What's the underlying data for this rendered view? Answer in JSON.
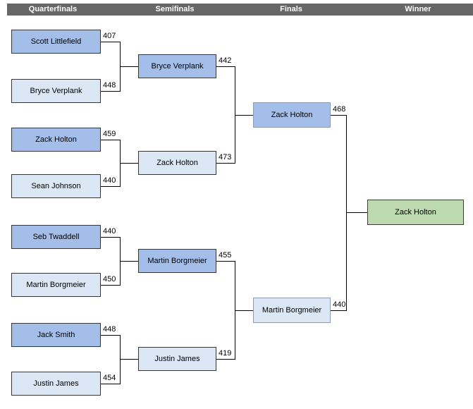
{
  "header": {
    "columns": [
      {
        "label": "Quarterfinals"
      },
      {
        "label": "Semifinals"
      },
      {
        "label": "Finals"
      },
      {
        "label": "Winner"
      }
    ]
  },
  "palette": {
    "page_bg": "#ffffff",
    "header_bg": "#666666",
    "header_text": "#ffffff",
    "dark_fill": "#a3bee9",
    "light_fill": "#dbe7f4",
    "green_fill": "#bddaaf",
    "box_border": "#363636",
    "finals_border": "#8a9ab5",
    "green_border": "#3f3f3f",
    "line_color": "#000000",
    "text_color": "#000000"
  },
  "bracket": {
    "quarterfinals": [
      {
        "name": "Scott Littlefield",
        "score": "407"
      },
      {
        "name": "Bryce Verplank",
        "score": "448"
      },
      {
        "name": "Zack Holton",
        "score": "459"
      },
      {
        "name": "Sean Johnson",
        "score": "440"
      },
      {
        "name": "Seb Twaddell",
        "score": "440"
      },
      {
        "name": "Martin Borgmeier",
        "score": "450"
      },
      {
        "name": "Jack Smith",
        "score": "448"
      },
      {
        "name": "Justin James",
        "score": "454"
      }
    ],
    "semifinals": [
      {
        "name": "Bryce Verplank",
        "score": "442"
      },
      {
        "name": "Zack Holton",
        "score": "473"
      },
      {
        "name": "Martin Borgmeier",
        "score": "455"
      },
      {
        "name": "Justin James",
        "score": "419"
      }
    ],
    "finals": [
      {
        "name": "Zack Holton",
        "score": "468"
      },
      {
        "name": "Martin Borgmeier",
        "score": "440"
      }
    ],
    "winner": {
      "name": "Zack Holton"
    }
  }
}
